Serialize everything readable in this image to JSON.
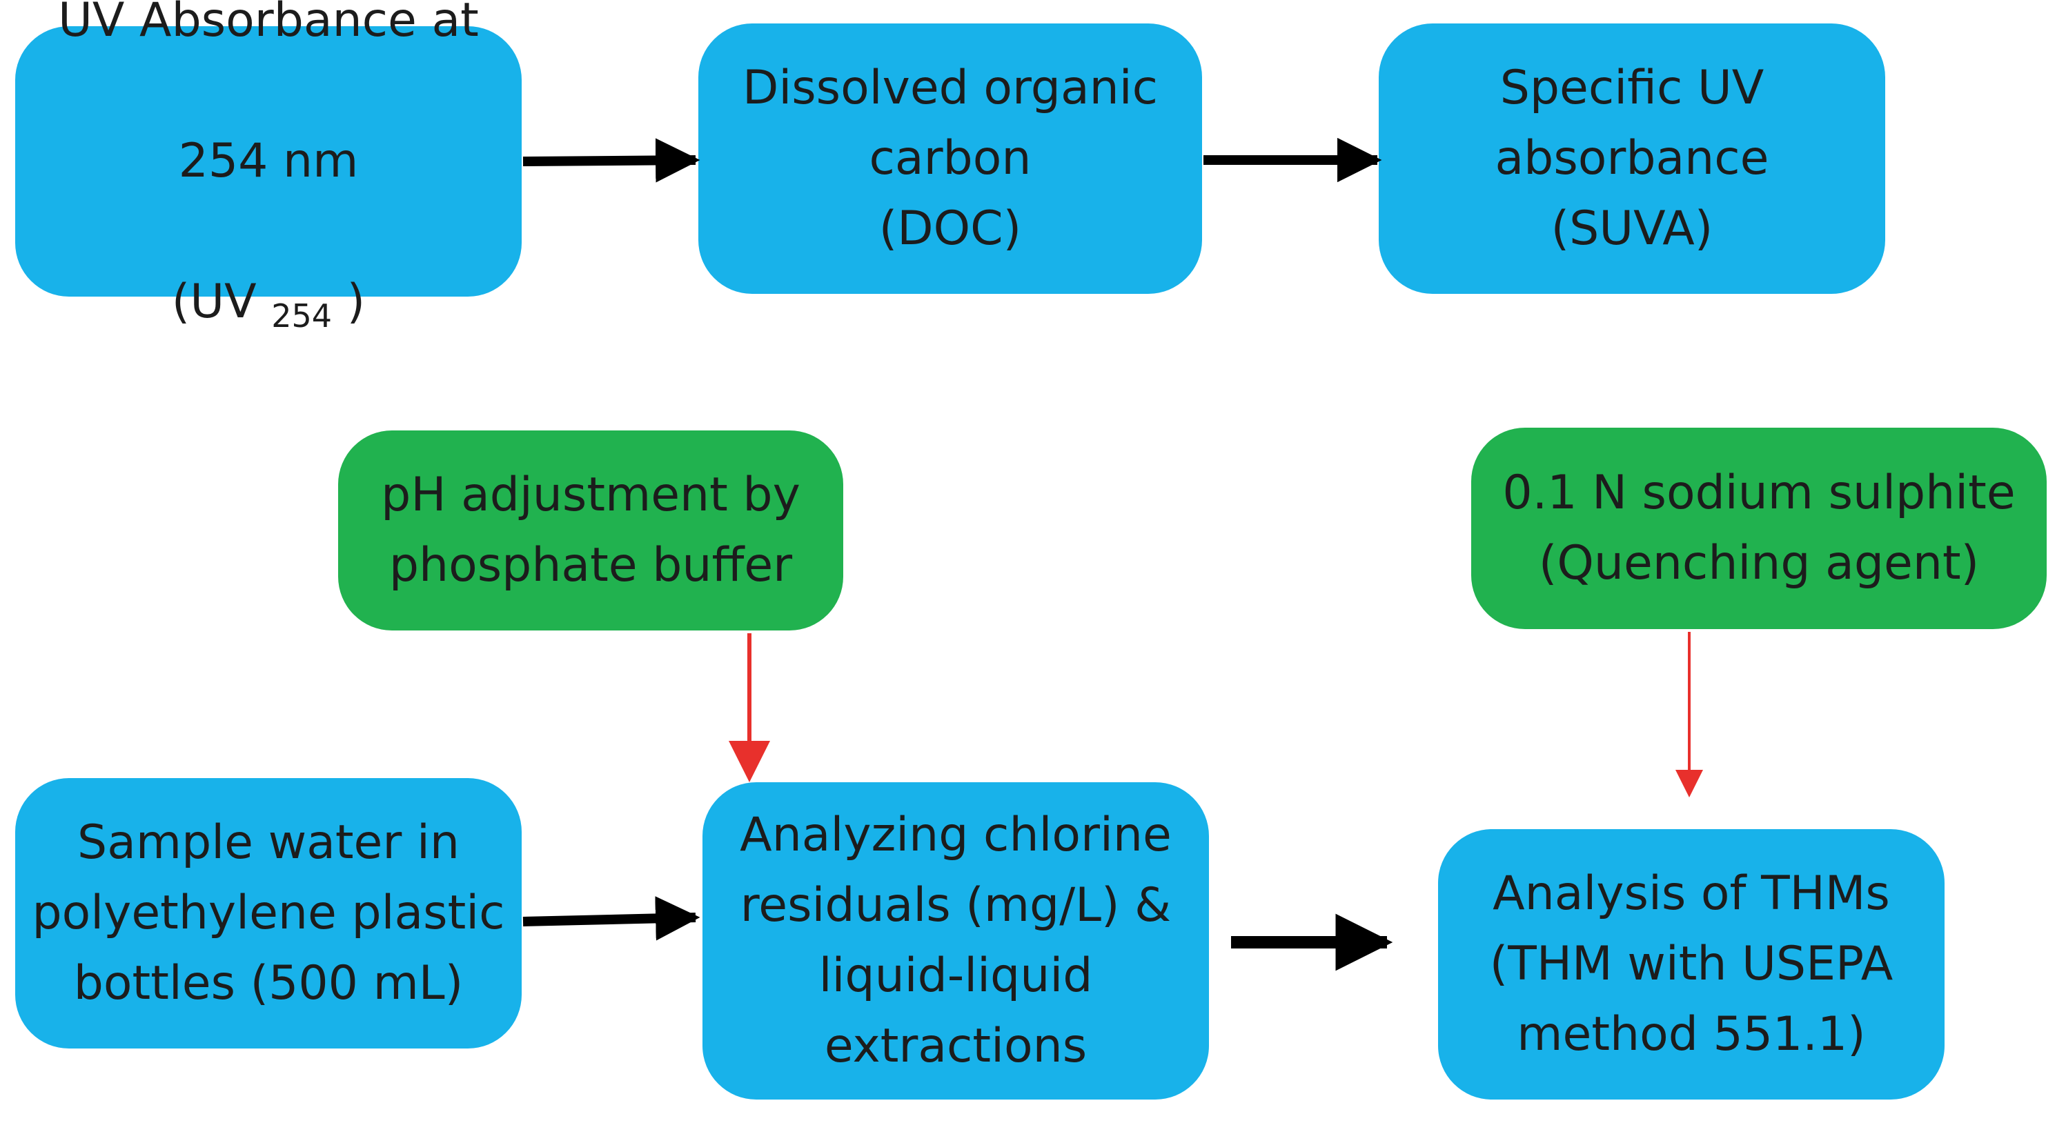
{
  "diagram": {
    "nodes": {
      "uv254": {
        "line1": "UV Absorbance at",
        "line2": "254 nm",
        "line3_prefix": "(UV ",
        "line3_sub": "254",
        "line3_suffix": " )"
      },
      "doc": {
        "text": "Dissolved organic\ncarbon\n(DOC)"
      },
      "suva": {
        "text": "Specific UV\nabsorbance\n(SUVA)"
      },
      "ph": {
        "text": "pH adjustment by\nphosphate buffer"
      },
      "sulphite": {
        "text": "0.1 N sodium sulphite\n(Quenching agent)"
      },
      "sample": {
        "text": "Sample water in\npolyethylene plastic\nbottles (500 mL)"
      },
      "chlorine": {
        "text": "Analyzing chlorine\nresiduals (mg/L) &\nliquid-liquid\nextractions"
      },
      "thm": {
        "text": "Analysis of THMs\n(THM with USEPA\nmethod 551.1)"
      }
    },
    "colors": {
      "process_box": "#18b2ea",
      "reagent_box": "#21b24f",
      "flow_arrow": "#000000",
      "reagent_arrow": "#e8302c"
    },
    "edges": [
      {
        "from": "uv254",
        "to": "doc",
        "style": "black"
      },
      {
        "from": "doc",
        "to": "suva",
        "style": "black"
      },
      {
        "from": "sample",
        "to": "chlorine",
        "style": "black"
      },
      {
        "from": "chlorine",
        "to": "thm",
        "style": "black"
      },
      {
        "from": "ph",
        "to": "chlorine",
        "style": "red"
      },
      {
        "from": "sulphite",
        "to": "thm",
        "style": "red"
      }
    ]
  }
}
